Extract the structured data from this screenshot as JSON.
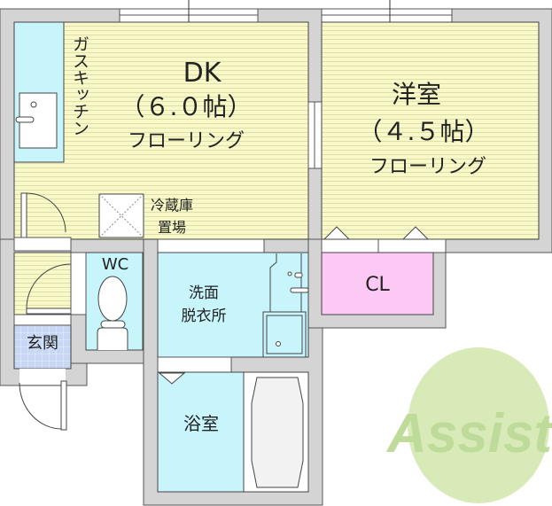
{
  "rooms": {
    "dk": {
      "name": "DK",
      "size": "（６.０帖）",
      "floor": "フローリング"
    },
    "kitchen": {
      "label": "ガスキッチン"
    },
    "fridge": {
      "line1": "冷蔵庫",
      "line2": "置場"
    },
    "western": {
      "name": "洋室",
      "size": "（４.５帖）",
      "floor": "フローリング"
    },
    "closet": {
      "name": "CL"
    },
    "wc": {
      "name": "WC"
    },
    "washroom": {
      "line1": "洗面",
      "line2": "脱衣所"
    },
    "entrance": {
      "name": "玄関"
    },
    "bath": {
      "name": "浴室"
    }
  },
  "logo": {
    "text": "Assist"
  },
  "colors": {
    "flooring": "#f8f8c8",
    "water": "#c8f4fc",
    "closet": "#fcc8f4",
    "entrance": "#c8d8f4",
    "wall": "#d4d4d4",
    "logo": "#c8e0a0",
    "logo_accent": "#e88090"
  }
}
